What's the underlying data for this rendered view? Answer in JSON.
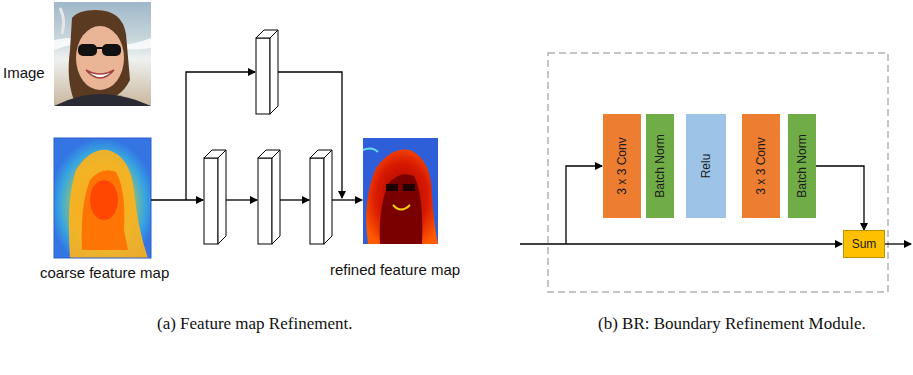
{
  "diagram": {
    "nodes": [
      {
        "text": [
          "3 x 3 Conv"
        ]
      },
      {
        "text": [
          "Batch Norm"
        ]
      },
      {
        "text": [
          "Relu"
        ]
      },
      {
        "text": [
          "3 x 3 Conv"
        ]
      },
      {
        "text": [
          "Batch Norm"
        ]
      },
      {
        "text": [
          "Sum"
        ]
      }
    ],
    "edges": [
      {
        "from": 4,
        "to": 5,
        "arrow": "to"
      }
    ],
    "labels": [
      "Image",
      "coarse feature map",
      "refined feature map",
      "(a) Feature map Refinement.",
      "(b) BR: Boundary Refinement Module."
    ]
  }
}
